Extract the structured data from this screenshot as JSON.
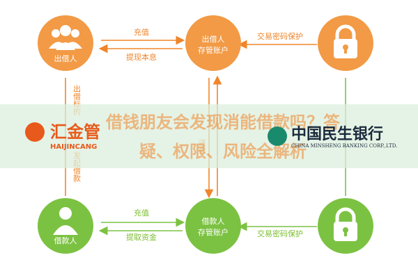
{
  "colors": {
    "orange": "#f29a45",
    "orange_dark": "#f0852a",
    "green": "#7cc242",
    "green_dark": "#6aae32",
    "banner_bg": "#dbeedd"
  },
  "nodes": {
    "lender": "出借人",
    "lender_account_line1": "出借人",
    "lender_account_line2": "存管账户",
    "lock_top": "lock-icon",
    "borrower": "借款人",
    "borrower_account_line1": "借款人",
    "borrower_account_line2": "存管账户",
    "lock_bottom": "lock-icon"
  },
  "edges": {
    "top_recharge": "充值",
    "top_withdraw": "提现本息",
    "top_password": "交易密码保护",
    "bottom_recharge": "充值",
    "bottom_withdraw": "提取资金",
    "bottom_password": "交易密码保护",
    "left_up": "出借标的",
    "left_down": "发起借款",
    "mid_return": "还款"
  },
  "banner": {
    "line1": "借钱朋友会发现消能借款吗？答",
    "line2": "疑、权限、风险全解析"
  },
  "logos": {
    "left_main": "汇金管",
    "left_sub": "HAIJINCANG",
    "right_main": "中国民生银行",
    "right_sub": "CHINA MINSHENG BANKING CORP.,LTD."
  }
}
